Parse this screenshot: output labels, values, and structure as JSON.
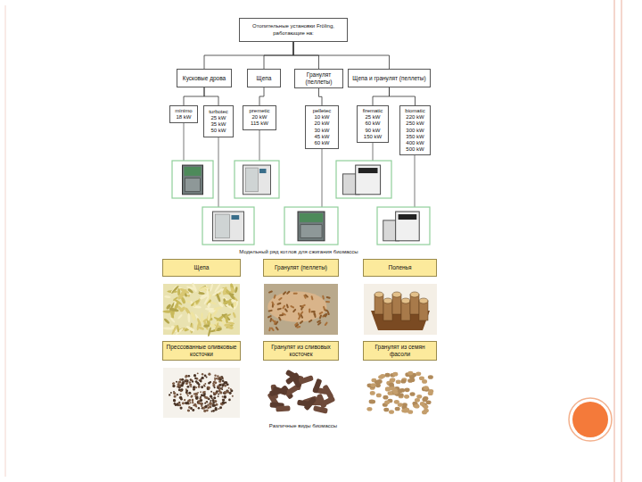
{
  "diagram": {
    "caption": "Различные виды биомассы",
    "nodes": [
      {
        "text": [
          "Отопительные установки Fröling, работающие на:"
        ]
      },
      {
        "text": [
          "Кусковые дрова"
        ]
      },
      {
        "text": [
          "Щепа"
        ]
      },
      {
        "text": [
          "Гранулят (пеллеты)"
        ]
      },
      {
        "text": [
          "Щепа и гранулят (пеллеты)"
        ]
      },
      {
        "text": [
          "minimo",
          "18 kW"
        ]
      },
      {
        "text": [
          "turbotec",
          "25 kW",
          "35 kW",
          "50 kW"
        ]
      },
      {
        "text": [
          "premetic",
          "20 kW",
          "115 kW"
        ]
      },
      {
        "text": [
          "pelletec",
          "10 kW",
          "20 kW",
          "30 kW",
          "45 kW",
          "60 kW"
        ]
      },
      {
        "text": [
          "firematic",
          "25 kW",
          "60 kW",
          "90 kW",
          "150 kW"
        ]
      },
      {
        "text": [
          "biomatic",
          "220 kW",
          "250 kW",
          "300 kW",
          "350 kW",
          "400 kW",
          "500 kW"
        ]
      },
      {
        "text": [
          "Щепа"
        ]
      },
      {
        "text": [
          "Гранулят (пеллеты)"
        ]
      },
      {
        "text": [
          "Поленья"
        ]
      },
      {
        "text": [
          "Прессованные оливковые косточки"
        ]
      },
      {
        "text": [
          "Гранулят из сливовых косточек"
        ]
      },
      {
        "text": [
          "Гранулят из семян фасоли"
        ]
      }
    ],
    "edges": [
      {
        "from": 0,
        "to": 1,
        "arrow": "none"
      },
      {
        "from": 0,
        "to": 2,
        "arrow": "none"
      },
      {
        "from": 0,
        "to": 3,
        "arrow": "none"
      },
      {
        "from": 0,
        "to": 4,
        "arrow": "none"
      },
      {
        "from": 1,
        "to": 5,
        "arrow": "none"
      },
      {
        "from": 1,
        "to": 6,
        "arrow": "none"
      },
      {
        "from": 2,
        "to": 7,
        "arrow": "none"
      },
      {
        "from": 3,
        "to": 8,
        "arrow": "none"
      },
      {
        "from": 4,
        "to": 9,
        "arrow": "none"
      },
      {
        "from": 4,
        "to": 10,
        "arrow": "none"
      }
    ],
    "labels": [
      "Модельный ряд котлов для сжигания биомассы"
    ]
  }
}
